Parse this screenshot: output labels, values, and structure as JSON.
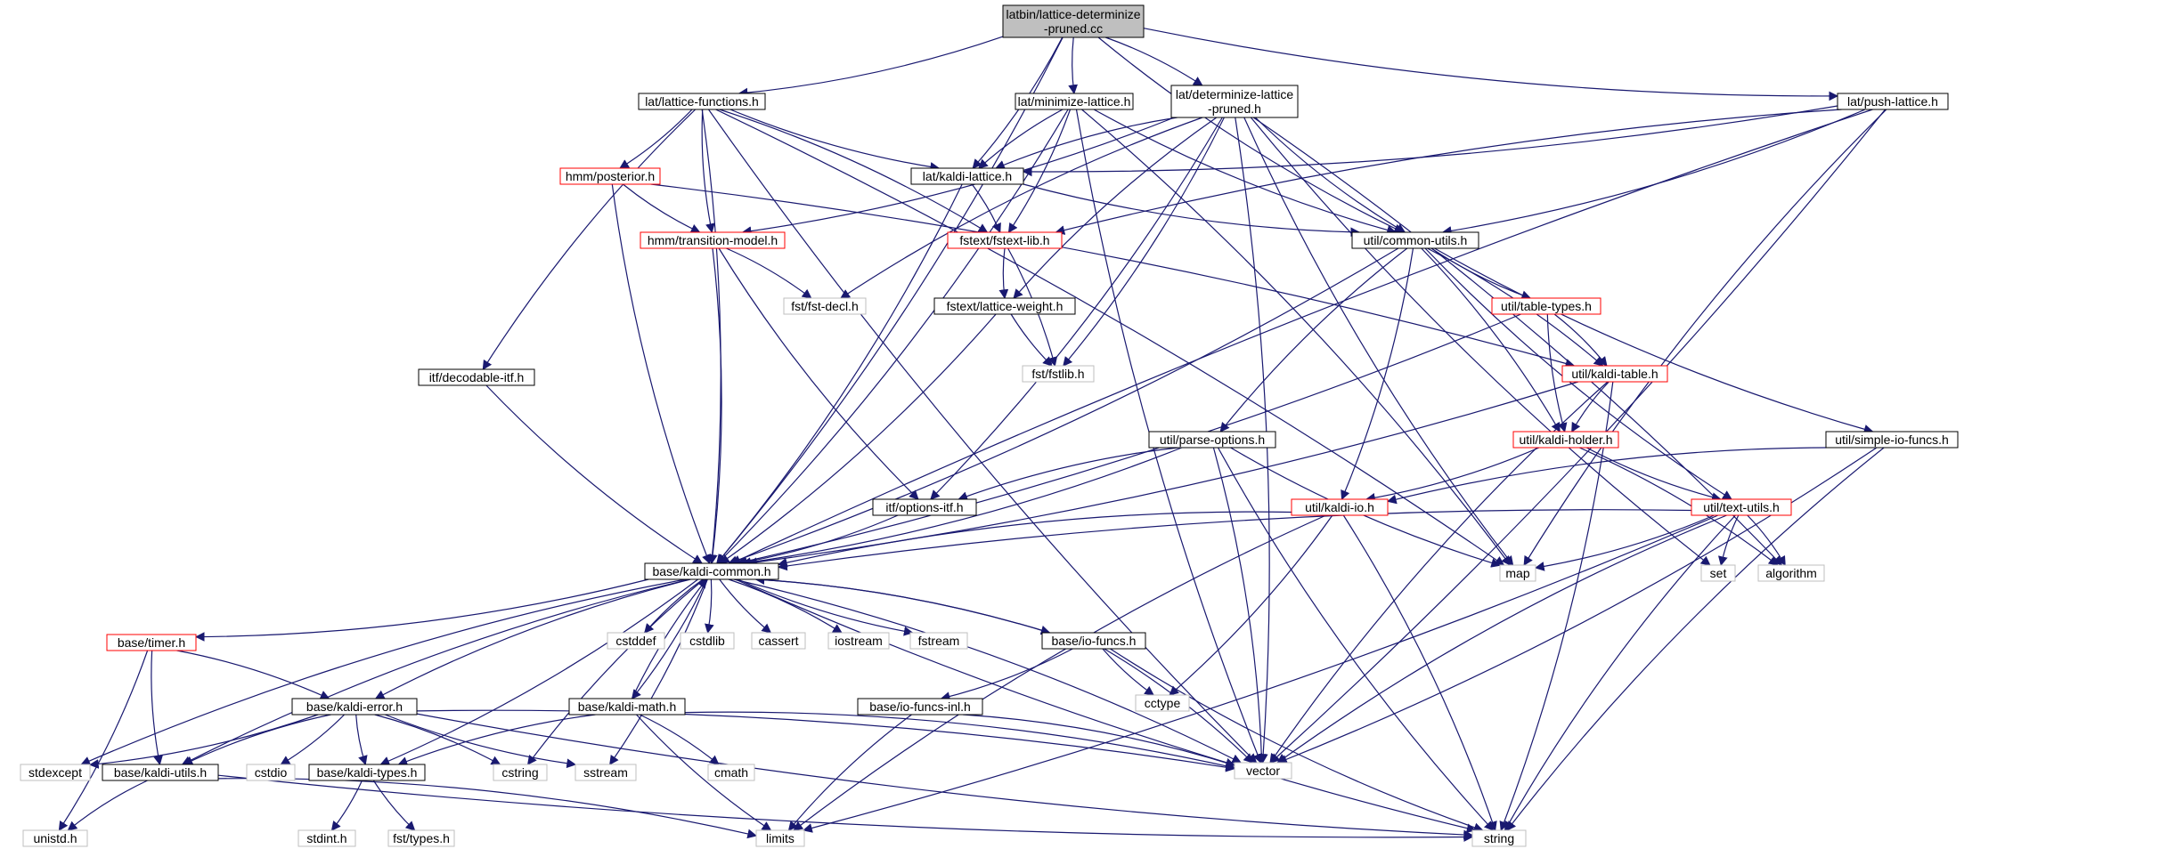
{
  "colors": {
    "edge": "#191970",
    "root_fill": "#bfbfbf",
    "root_border": "#000000",
    "normal_border": "#000000",
    "truncated_border": "#ff0000",
    "external_border": "#bfbfbf",
    "box_fill": "#ffffff",
    "text": "#000000"
  },
  "graph": {
    "title": "Include dependency graph",
    "root": "latbin/lattice-determinize-pruned.cc",
    "nodes": [
      {
        "id": "root",
        "lines": [
          "latbin/lattice-determinize",
          "-pruned.cc"
        ],
        "kind": "root"
      },
      {
        "id": "latfunc",
        "lines": [
          "lat/lattice-functions.h"
        ],
        "kind": "normal"
      },
      {
        "id": "minlat",
        "lines": [
          "lat/minimize-lattice.h"
        ],
        "kind": "normal"
      },
      {
        "id": "detlat",
        "lines": [
          "lat/determinize-lattice",
          "-pruned.h"
        ],
        "kind": "normal"
      },
      {
        "id": "pushlat",
        "lines": [
          "lat/push-lattice.h"
        ],
        "kind": "normal"
      },
      {
        "id": "kaldilat",
        "lines": [
          "lat/kaldi-lattice.h"
        ],
        "kind": "normal"
      },
      {
        "id": "posterior",
        "lines": [
          "hmm/posterior.h"
        ],
        "kind": "truncated"
      },
      {
        "id": "transmodel",
        "lines": [
          "hmm/transition-model.h"
        ],
        "kind": "truncated"
      },
      {
        "id": "fstextlib",
        "lines": [
          "fstext/fstext-lib.h"
        ],
        "kind": "truncated"
      },
      {
        "id": "commonutils",
        "lines": [
          "util/common-utils.h"
        ],
        "kind": "normal"
      },
      {
        "id": "fstdecl",
        "lines": [
          "fst/fst-decl.h"
        ],
        "kind": "external"
      },
      {
        "id": "latweight",
        "lines": [
          "fstext/lattice-weight.h"
        ],
        "kind": "normal"
      },
      {
        "id": "tabletypes",
        "lines": [
          "util/table-types.h"
        ],
        "kind": "truncated"
      },
      {
        "id": "decodable",
        "lines": [
          "itf/decodable-itf.h"
        ],
        "kind": "normal"
      },
      {
        "id": "fstlib",
        "lines": [
          "fst/fstlib.h"
        ],
        "kind": "external"
      },
      {
        "id": "kalditable",
        "lines": [
          "util/kaldi-table.h"
        ],
        "kind": "truncated"
      },
      {
        "id": "parseopts",
        "lines": [
          "util/parse-options.h"
        ],
        "kind": "normal"
      },
      {
        "id": "kaldiholder",
        "lines": [
          "util/kaldi-holder.h"
        ],
        "kind": "truncated"
      },
      {
        "id": "simpleio",
        "lines": [
          "util/simple-io-funcs.h"
        ],
        "kind": "normal"
      },
      {
        "id": "optionsitf",
        "lines": [
          "itf/options-itf.h"
        ],
        "kind": "normal"
      },
      {
        "id": "kaldiio",
        "lines": [
          "util/kaldi-io.h"
        ],
        "kind": "truncated"
      },
      {
        "id": "textutils",
        "lines": [
          "util/text-utils.h"
        ],
        "kind": "truncated"
      },
      {
        "id": "kaldicommon",
        "lines": [
          "base/kaldi-common.h"
        ],
        "kind": "normal"
      },
      {
        "id": "map",
        "lines": [
          "map"
        ],
        "kind": "external"
      },
      {
        "id": "set",
        "lines": [
          "set"
        ],
        "kind": "external"
      },
      {
        "id": "algorithm",
        "lines": [
          "algorithm"
        ],
        "kind": "external"
      },
      {
        "id": "timer",
        "lines": [
          "base/timer.h"
        ],
        "kind": "truncated"
      },
      {
        "id": "cstddef",
        "lines": [
          "cstddef"
        ],
        "kind": "external"
      },
      {
        "id": "cstdlib",
        "lines": [
          "cstdlib"
        ],
        "kind": "external"
      },
      {
        "id": "cassert",
        "lines": [
          "cassert"
        ],
        "kind": "external"
      },
      {
        "id": "iostream",
        "lines": [
          "iostream"
        ],
        "kind": "external"
      },
      {
        "id": "fstream",
        "lines": [
          "fstream"
        ],
        "kind": "external"
      },
      {
        "id": "iofuncs",
        "lines": [
          "base/io-funcs.h"
        ],
        "kind": "normal"
      },
      {
        "id": "kaldierror",
        "lines": [
          "base/kaldi-error.h"
        ],
        "kind": "normal"
      },
      {
        "id": "kaldimath",
        "lines": [
          "base/kaldi-math.h"
        ],
        "kind": "normal"
      },
      {
        "id": "iofuncsinl",
        "lines": [
          "base/io-funcs-inl.h"
        ],
        "kind": "normal"
      },
      {
        "id": "cctype",
        "lines": [
          "cctype"
        ],
        "kind": "external"
      },
      {
        "id": "stdexcept",
        "lines": [
          "stdexcept"
        ],
        "kind": "external"
      },
      {
        "id": "kaldiutils",
        "lines": [
          "base/kaldi-utils.h"
        ],
        "kind": "normal"
      },
      {
        "id": "cstdio",
        "lines": [
          "cstdio"
        ],
        "kind": "external"
      },
      {
        "id": "kalditypes",
        "lines": [
          "base/kaldi-types.h"
        ],
        "kind": "normal"
      },
      {
        "id": "cstring",
        "lines": [
          "cstring"
        ],
        "kind": "external"
      },
      {
        "id": "sstream",
        "lines": [
          "sstream"
        ],
        "kind": "external"
      },
      {
        "id": "cmath",
        "lines": [
          "cmath"
        ],
        "kind": "external"
      },
      {
        "id": "vector",
        "lines": [
          "vector"
        ],
        "kind": "external"
      },
      {
        "id": "unistd",
        "lines": [
          "unistd.h"
        ],
        "kind": "external"
      },
      {
        "id": "limits",
        "lines": [
          "limits"
        ],
        "kind": "external"
      },
      {
        "id": "string",
        "lines": [
          "string"
        ],
        "kind": "external"
      },
      {
        "id": "stdint",
        "lines": [
          "stdint.h"
        ],
        "kind": "external"
      },
      {
        "id": "fsttypes",
        "lines": [
          "fst/types.h"
        ],
        "kind": "external"
      }
    ],
    "edges": [
      [
        "root",
        "latfunc"
      ],
      [
        "root",
        "minlat"
      ],
      [
        "root",
        "detlat"
      ],
      [
        "root",
        "pushlat"
      ],
      [
        "root",
        "kaldilat"
      ],
      [
        "root",
        "commonutils"
      ],
      [
        "root",
        "kaldicommon"
      ],
      [
        "latfunc",
        "kaldilat"
      ],
      [
        "latfunc",
        "posterior"
      ],
      [
        "latfunc",
        "transmodel"
      ],
      [
        "latfunc",
        "fstextlib"
      ],
      [
        "latfunc",
        "decodable"
      ],
      [
        "latfunc",
        "kaldicommon"
      ],
      [
        "latfunc",
        "vector"
      ],
      [
        "latfunc",
        "map"
      ],
      [
        "minlat",
        "kaldilat"
      ],
      [
        "minlat",
        "fstextlib"
      ],
      [
        "minlat",
        "commonutils"
      ],
      [
        "minlat",
        "kaldicommon"
      ],
      [
        "minlat",
        "vector"
      ],
      [
        "minlat",
        "map"
      ],
      [
        "detlat",
        "kaldilat"
      ],
      [
        "detlat",
        "transmodel"
      ],
      [
        "detlat",
        "fstdecl"
      ],
      [
        "detlat",
        "fstlib"
      ],
      [
        "detlat",
        "latweight"
      ],
      [
        "detlat",
        "optionsitf"
      ],
      [
        "detlat",
        "commonutils"
      ],
      [
        "detlat",
        "vector"
      ],
      [
        "detlat",
        "set"
      ],
      [
        "detlat",
        "algorithm"
      ],
      [
        "detlat",
        "map"
      ],
      [
        "pushlat",
        "kaldilat"
      ],
      [
        "pushlat",
        "fstextlib"
      ],
      [
        "pushlat",
        "commonutils"
      ],
      [
        "pushlat",
        "kaldicommon"
      ],
      [
        "pushlat",
        "vector"
      ],
      [
        "pushlat",
        "map"
      ],
      [
        "kaldilat",
        "fstextlib"
      ],
      [
        "kaldilat",
        "commonutils"
      ],
      [
        "kaldilat",
        "kaldicommon"
      ],
      [
        "posterior",
        "transmodel"
      ],
      [
        "posterior",
        "kalditable"
      ],
      [
        "posterior",
        "kaldicommon"
      ],
      [
        "transmodel",
        "fstdecl"
      ],
      [
        "transmodel",
        "optionsitf"
      ],
      [
        "transmodel",
        "kaldicommon"
      ],
      [
        "fstextlib",
        "latweight"
      ],
      [
        "fstextlib",
        "fstlib"
      ],
      [
        "latweight",
        "fstlib"
      ],
      [
        "latweight",
        "kaldicommon"
      ],
      [
        "commonutils",
        "tabletypes"
      ],
      [
        "commonutils",
        "kalditable"
      ],
      [
        "commonutils",
        "parseopts"
      ],
      [
        "commonutils",
        "kaldiholder"
      ],
      [
        "commonutils",
        "simpleio"
      ],
      [
        "commonutils",
        "kaldiio"
      ],
      [
        "commonutils",
        "textutils"
      ],
      [
        "commonutils",
        "kaldicommon"
      ],
      [
        "decodable",
        "kaldicommon"
      ],
      [
        "tabletypes",
        "kalditable"
      ],
      [
        "tabletypes",
        "kaldiholder"
      ],
      [
        "tabletypes",
        "kaldicommon"
      ],
      [
        "kalditable",
        "kaldiholder"
      ],
      [
        "kalditable",
        "kaldicommon"
      ],
      [
        "kalditable",
        "vector"
      ],
      [
        "kalditable",
        "string"
      ],
      [
        "parseopts",
        "optionsitf"
      ],
      [
        "parseopts",
        "kaldicommon"
      ],
      [
        "parseopts",
        "map"
      ],
      [
        "parseopts",
        "vector"
      ],
      [
        "parseopts",
        "string"
      ],
      [
        "kaldiholder",
        "kaldiio"
      ],
      [
        "kaldiholder",
        "textutils"
      ],
      [
        "kaldiholder",
        "algorithm"
      ],
      [
        "simpleio",
        "kaldiio"
      ],
      [
        "simpleio",
        "vector"
      ],
      [
        "simpleio",
        "string"
      ],
      [
        "optionsitf",
        "kaldicommon"
      ],
      [
        "kaldiio",
        "kaldicommon"
      ],
      [
        "kaldiio",
        "cctype"
      ],
      [
        "kaldiio",
        "limits"
      ],
      [
        "kaldiio",
        "string"
      ],
      [
        "textutils",
        "kaldicommon"
      ],
      [
        "textutils",
        "map"
      ],
      [
        "textutils",
        "set"
      ],
      [
        "textutils",
        "algorithm"
      ],
      [
        "textutils",
        "vector"
      ],
      [
        "textutils",
        "limits"
      ],
      [
        "textutils",
        "string"
      ],
      [
        "kaldicommon",
        "timer"
      ],
      [
        "kaldicommon",
        "cstddef"
      ],
      [
        "kaldicommon",
        "cstdlib"
      ],
      [
        "kaldicommon",
        "cassert"
      ],
      [
        "kaldicommon",
        "iostream"
      ],
      [
        "kaldicommon",
        "fstream"
      ],
      [
        "kaldicommon",
        "iofuncs"
      ],
      [
        "kaldicommon",
        "kaldierror"
      ],
      [
        "kaldicommon",
        "kaldimath"
      ],
      [
        "kaldicommon",
        "kaldiutils"
      ],
      [
        "kaldicommon",
        "kalditypes"
      ],
      [
        "kaldicommon",
        "cstring"
      ],
      [
        "kaldicommon",
        "sstream"
      ],
      [
        "kaldicommon",
        "stdexcept"
      ],
      [
        "kaldicommon",
        "vector"
      ],
      [
        "kaldicommon",
        "string"
      ],
      [
        "timer",
        "kaldierror"
      ],
      [
        "timer",
        "kaldiutils"
      ],
      [
        "timer",
        "unistd"
      ],
      [
        "iofuncs",
        "kaldicommon"
      ],
      [
        "iofuncs",
        "iofuncsinl"
      ],
      [
        "iofuncs",
        "cctype"
      ],
      [
        "iofuncs",
        "vector"
      ],
      [
        "iofuncs",
        "string"
      ],
      [
        "kaldierror",
        "stdexcept"
      ],
      [
        "kaldierror",
        "kaldiutils"
      ],
      [
        "kaldierror",
        "cstdio"
      ],
      [
        "kaldierror",
        "kalditypes"
      ],
      [
        "kaldierror",
        "cstring"
      ],
      [
        "kaldierror",
        "sstream"
      ],
      [
        "kaldierror",
        "vector"
      ],
      [
        "kaldierror",
        "string"
      ],
      [
        "kaldimath",
        "kaldicommon"
      ],
      [
        "kaldimath",
        "kalditypes"
      ],
      [
        "kaldimath",
        "cmath"
      ],
      [
        "kaldimath",
        "limits"
      ],
      [
        "kaldimath",
        "vector"
      ],
      [
        "iofuncsinl",
        "limits"
      ],
      [
        "iofuncsinl",
        "vector"
      ],
      [
        "kaldiutils",
        "unistd"
      ],
      [
        "kaldiutils",
        "limits"
      ],
      [
        "kaldiutils",
        "string"
      ],
      [
        "kalditypes",
        "stdint"
      ],
      [
        "kalditypes",
        "fsttypes"
      ]
    ]
  }
}
